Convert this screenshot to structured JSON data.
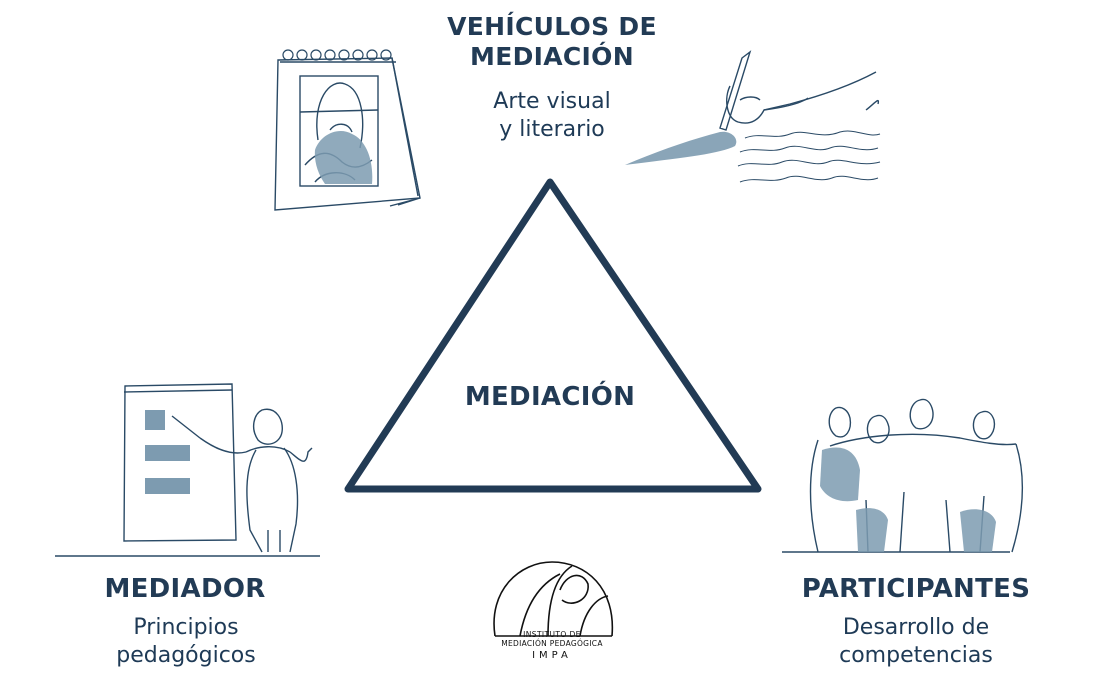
{
  "top": {
    "title": "VEHÍCULOS DE\nMEDIACIÓN",
    "subtitle": "Arte visual\ny literario"
  },
  "center": {
    "title": "MEDIACIÓN"
  },
  "left": {
    "title": "MEDIADOR",
    "subtitle": "Principios\npedagógicos"
  },
  "right": {
    "title": "PARTICIPANTES",
    "subtitle": "Desarrollo de\ncompetencias"
  },
  "logo": {
    "line1": "INSTITUTO DE",
    "line2": "MEDIACIÓN PEDAGÓGICA",
    "mark": "IMPA"
  },
  "colors": {
    "ink": "#223b55",
    "accent": "#7d9bb0",
    "line": "#2a4a66"
  },
  "icons": {
    "top_left": "sketchbook-portrait-illustration",
    "top_right": "hand-writing-illustration",
    "left": "teacher-presenting-illustration",
    "right": "group-hug-illustration"
  }
}
